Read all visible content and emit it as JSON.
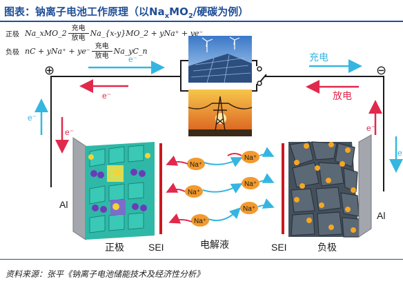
{
  "title": {
    "prefix": "图表：钠离子电池工作原理（以Na",
    "sub_x": "x",
    "mid": "MO",
    "sub_2": "2",
    "suffix": "/硬碳为例）"
  },
  "equations": {
    "positive": {
      "label": "正极",
      "left": "Na_xMO_2",
      "arrow_top": "充电",
      "arrow_bottom": "放电",
      "right": "Na_{x-y}MO_2 + yNa⁺ + ye⁻"
    },
    "negative": {
      "label": "负极",
      "left": "nC + yNa⁺ + ye⁻",
      "arrow_top": "充电",
      "arrow_bottom": "放电",
      "right": "Na_yC_n"
    }
  },
  "diagram": {
    "plus": "⊕",
    "minus": "⊖",
    "charge": "充电",
    "discharge": "放电",
    "electron": "e⁻",
    "sodium_ion": "Na⁺",
    "al_left": "Al",
    "al_right": "Al",
    "cathode": "正极",
    "sei_left": "SEI",
    "electrolyte": "电解液",
    "sei_right": "SEI",
    "anode": "负极"
  },
  "source": "资料来源：张平《钠离子电池储能技术及经济性分析》",
  "colors": {
    "title": "#1f4e96",
    "charge": "#35b6e0",
    "discharge": "#e0294b",
    "wire": "#1a1a1a"
  }
}
